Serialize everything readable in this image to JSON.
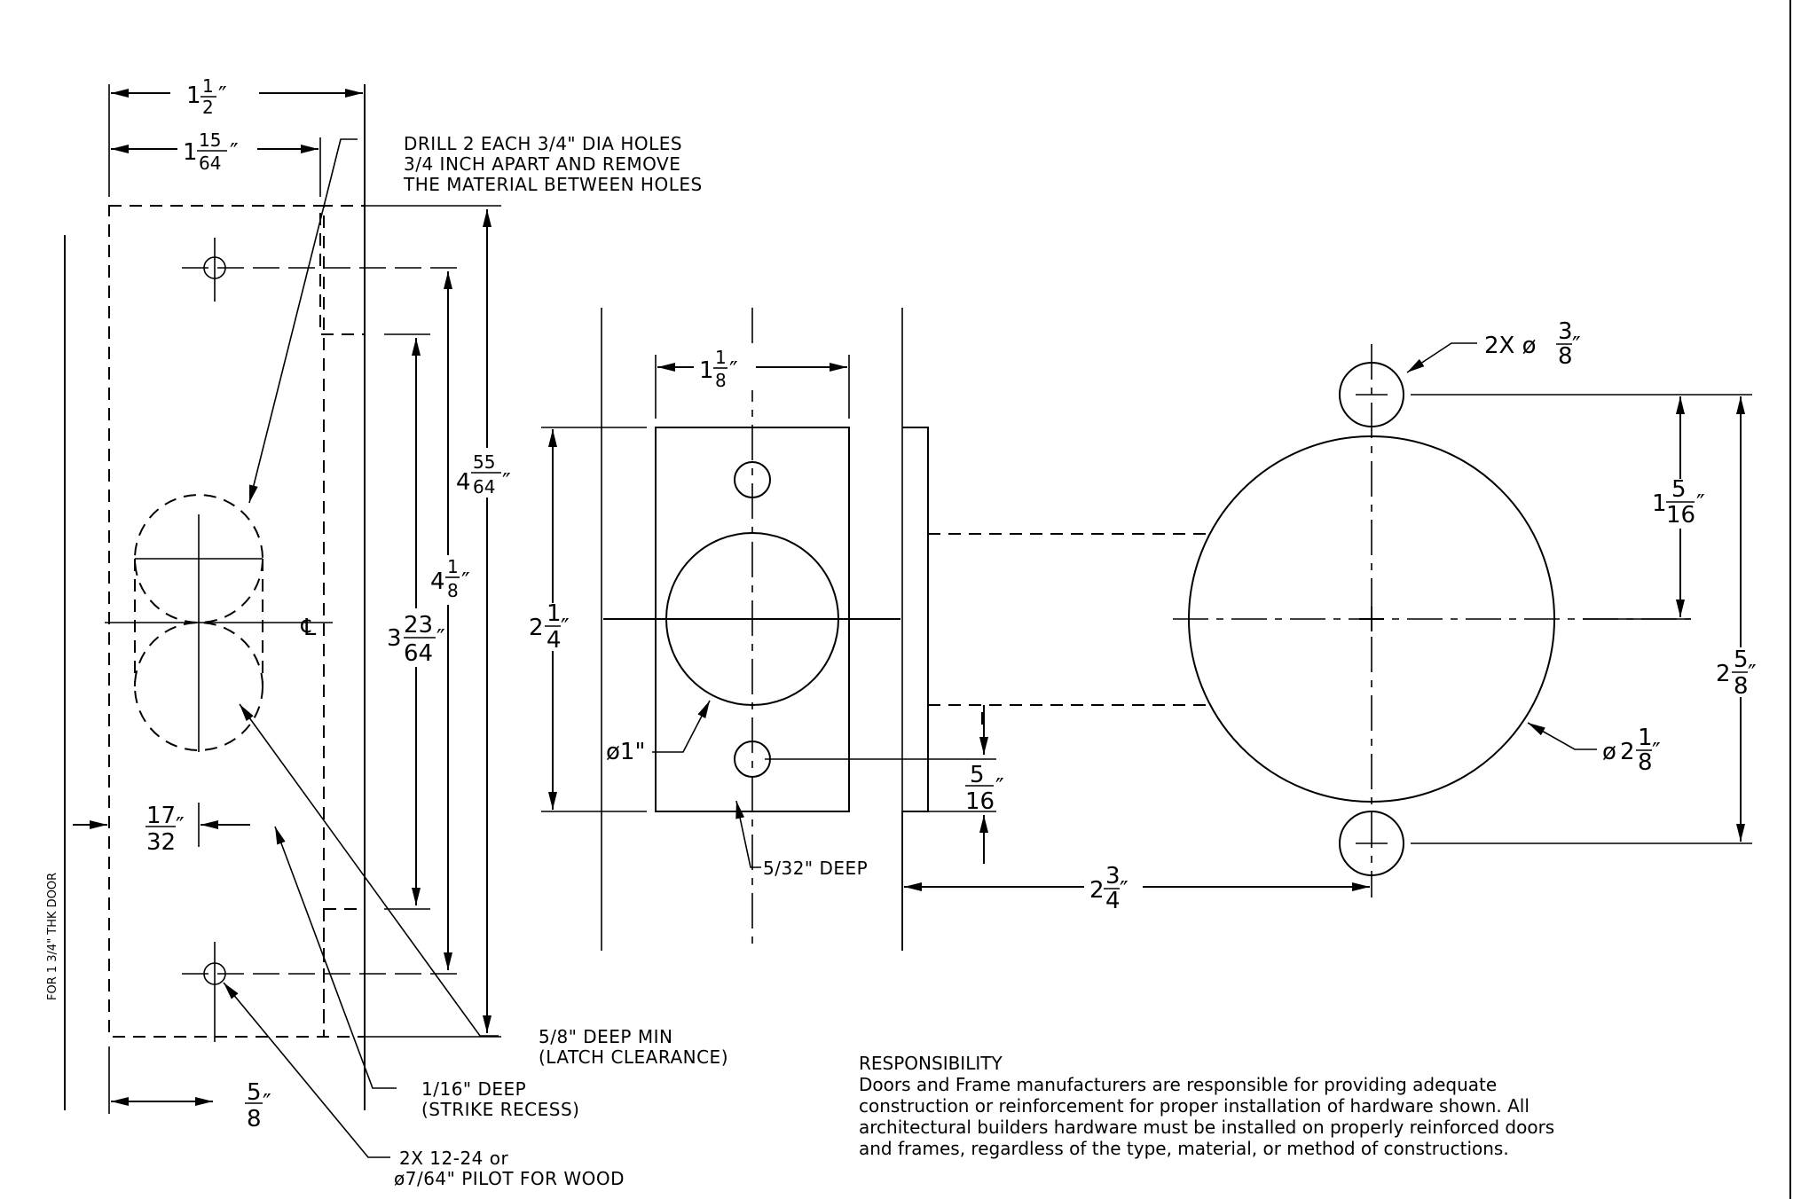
{
  "notes": {
    "drill_line1": "DRILL 2 EACH 3/4\" DIA HOLES",
    "drill_line2": "3/4 INCH APART AND REMOVE",
    "drill_line3": "THE MATERIAL BETWEEN HOLES",
    "latch_line1": "5/8\" DEEP MIN",
    "latch_line2": "(LATCH CLEARANCE)",
    "strike_line1": "1/16\" DEEP",
    "strike_line2": "(STRIKE RECESS)",
    "screw_line1": "2X 12-24 or",
    "screw_line2": "ø7/64\" PILOT FOR WOOD",
    "door_thickness": "FOR 1 3/4\" THK DOOR",
    "deep_5_32": "5/32\" DEEP",
    "two_x_prefix": "2X ø",
    "dia_prefix": "ø",
    "dia_1": "ø1\"",
    "centerline": "℄"
  },
  "dims": {
    "d_1_1_2": {
      "whole": "1",
      "num": "1",
      "den": "2"
    },
    "d_1_15_64": {
      "whole": "1",
      "num": "15",
      "den": "64"
    },
    "d_4_55_64": {
      "whole": "4",
      "num": "55",
      "den": "64"
    },
    "d_4_1_8": {
      "whole": "4",
      "num": "1",
      "den": "8"
    },
    "d_3_23_64": {
      "whole": "3",
      "num": "23",
      "den": "64"
    },
    "d_17_32": {
      "num": "17",
      "den": "32"
    },
    "d_5_8": {
      "num": "5",
      "den": "8"
    },
    "d_1_1_8": {
      "whole": "1",
      "num": "1",
      "den": "8"
    },
    "d_2_1_4": {
      "whole": "2",
      "num": "1",
      "den": "4"
    },
    "d_5_16": {
      "num": "5",
      "den": "16"
    },
    "d_2_3_4": {
      "whole": "2",
      "num": "3",
      "den": "4"
    },
    "d_3_8": {
      "num": "3",
      "den": "8"
    },
    "d_1_5_16": {
      "whole": "1",
      "num": "5",
      "den": "16"
    },
    "d_2_5_8": {
      "whole": "2",
      "num": "5",
      "den": "8"
    },
    "d_2_1_8": {
      "whole": "2",
      "num": "1",
      "den": "8"
    },
    "inch": "″"
  },
  "responsibility": {
    "title": "RESPONSIBILITY",
    "line1": "Doors and Frame manufacturers are responsible for providing adequate",
    "line2": "construction or reinforcement for proper installation of hardware shown.  All",
    "line3": "architectural builders hardware must be installed on properly reinforced doors",
    "line4": "and frames, regardless of the type, material, or method of constructions."
  }
}
